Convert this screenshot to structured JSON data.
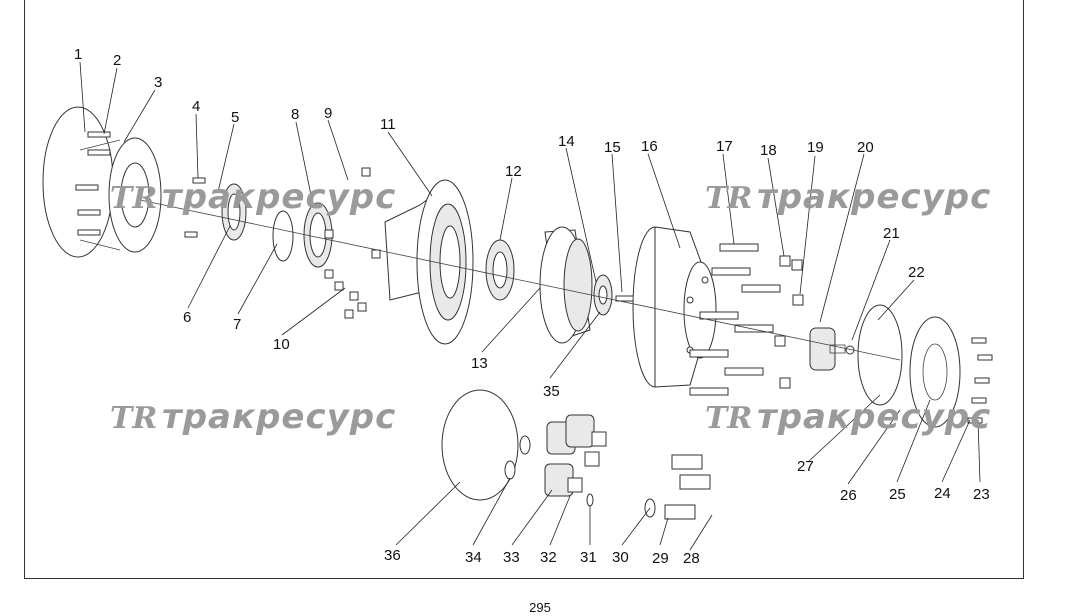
{
  "watermark": {
    "logo": "TR",
    "text": "тракресурс"
  },
  "callouts": [
    "1",
    "2",
    "3",
    "4",
    "5",
    "6",
    "7",
    "8",
    "9",
    "10",
    "11",
    "12",
    "13",
    "14",
    "15",
    "16",
    "17",
    "18",
    "19",
    "20",
    "21",
    "22",
    "23",
    "24",
    "25",
    "26",
    "27",
    "28",
    "29",
    "30",
    "31",
    "32",
    "33",
    "34",
    "35",
    "36"
  ],
  "page_number": "295"
}
